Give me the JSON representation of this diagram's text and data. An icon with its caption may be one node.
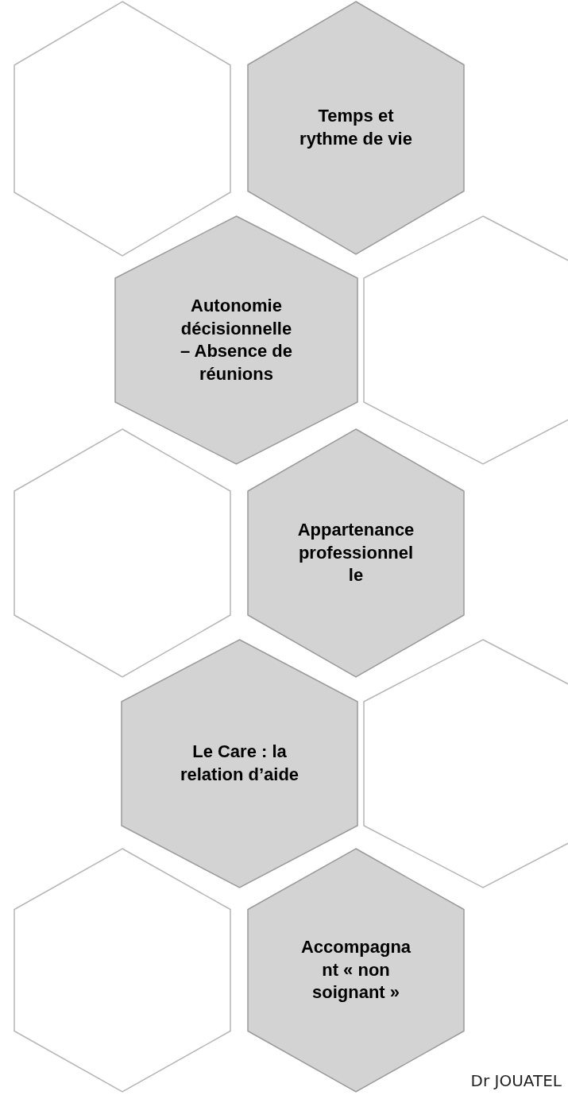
{
  "diagram": {
    "nodes": [
      {
        "text": [],
        "shape": "hexagon"
      },
      {
        "text": [
          "Temps et rythme de vie"
        ]
      },
      {
        "text": [
          "Autonomie décisionnelle – Absence de réunions"
        ]
      },
      {
        "text": [],
        "shape": "hexagon"
      },
      {
        "text": [],
        "shape": "hexagon"
      },
      {
        "text": [
          "Appartenance professionnelle"
        ]
      },
      {
        "text": [
          "Le Care : la relation d’aide"
        ]
      },
      {
        "text": [],
        "shape": "hexagon"
      },
      {
        "text": [],
        "shape": "hexagon"
      },
      {
        "text": [
          "Accompagnant « non soignant »"
        ]
      }
    ],
    "labels": [
      "Dr JOUATEL"
    ]
  }
}
